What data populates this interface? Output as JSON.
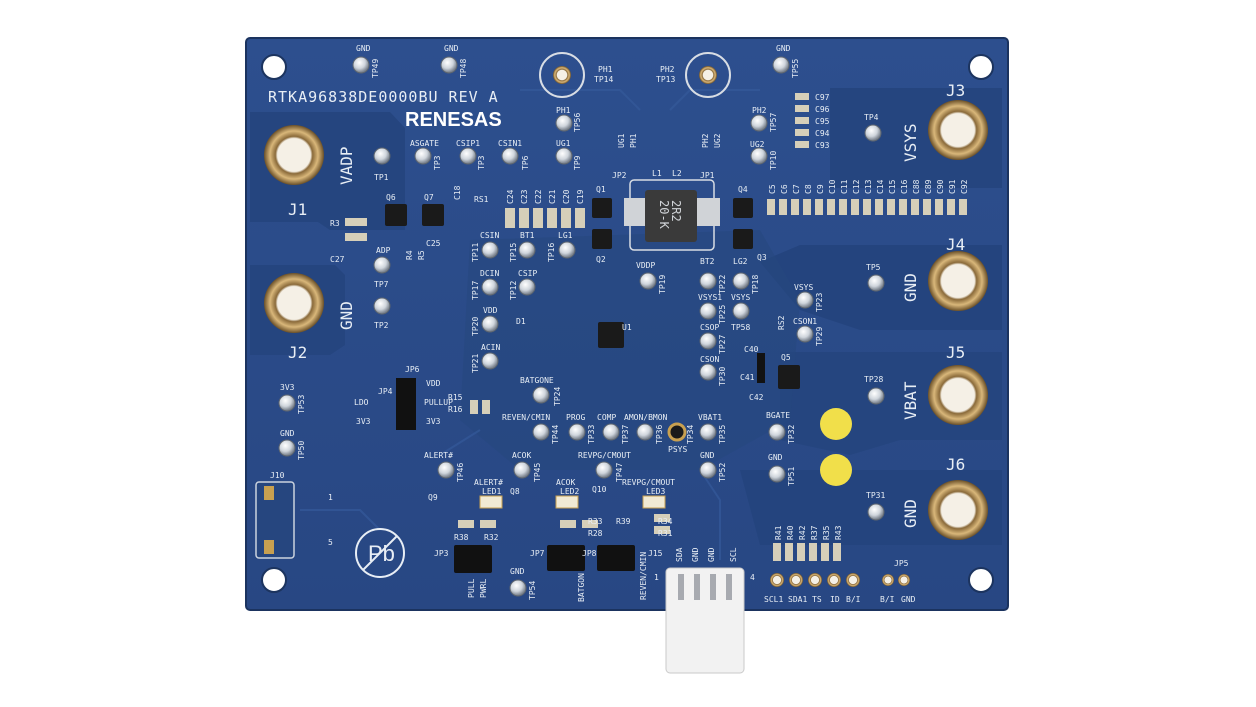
{
  "board": {
    "part_number": "RTKA96838DE0000BU  REV A",
    "brand": "RENESAS",
    "colors": {
      "pcb": "#2a4a86",
      "pcb_dark": "#22407a",
      "copper_pour": "#1f3c74",
      "silkscreen": "#e8eef5",
      "gold": "#c8a050",
      "yellow_pad": "#f1df4a",
      "chip": "#1a1a1a"
    }
  },
  "connectors": {
    "J1": "J1",
    "J2": "J2",
    "J3": "J3",
    "J4": "J4",
    "J5": "J5",
    "J6": "J6",
    "J10": "J10",
    "J15": "J15",
    "VADP": "VADP",
    "GND_left": "GND",
    "VSYS": "VSYS",
    "GND_j4": "GND",
    "VBAT": "VBAT",
    "GND_j6": "GND"
  },
  "testpoints": [
    {
      "name": "GND",
      "tp": "TP49"
    },
    {
      "name": "GND",
      "tp": "TP48"
    },
    {
      "name": "GND",
      "tp": "TP55"
    },
    {
      "name": "PH1",
      "tp": "TP14"
    },
    {
      "name": "PH2",
      "tp": "TP13"
    },
    {
      "name": "ASGATE",
      "tp": "TP3"
    },
    {
      "name": "CSIP1",
      "tp": "TP3"
    },
    {
      "name": "CSIN1",
      "tp": "TP6"
    },
    {
      "name": "UG1",
      "tp": "TP9"
    },
    {
      "name": "PH1",
      "tp": "TP56"
    },
    {
      "name": "PH2",
      "tp": "TP57"
    },
    {
      "name": "UG2",
      "tp": "TP10"
    },
    {
      "name": "TP4",
      "tp": ""
    },
    {
      "name": "TP5",
      "tp": ""
    },
    {
      "name": "TP28",
      "tp": ""
    },
    {
      "name": "TP31",
      "tp": ""
    },
    {
      "name": "TP1",
      "tp": ""
    },
    {
      "name": "ADP",
      "tp": "TP7"
    },
    {
      "name": "TP2",
      "tp": ""
    },
    {
      "name": "CSIN",
      "tp": "TP11"
    },
    {
      "name": "BT1",
      "tp": "TP15"
    },
    {
      "name": "LG1",
      "tp": "TP16"
    },
    {
      "name": "DCIN",
      "tp": "TP17"
    },
    {
      "name": "CSIP",
      "tp": "TP12"
    },
    {
      "name": "VDD",
      "tp": "TP20"
    },
    {
      "name": "ACIN",
      "tp": "TP21"
    },
    {
      "name": "VDDP",
      "tp": "TP19"
    },
    {
      "name": "BT2",
      "tp": "TP22"
    },
    {
      "name": "LG2",
      "tp": "TP18"
    },
    {
      "name": "VSYS1",
      "tp": "TP25"
    },
    {
      "name": "VSYS",
      "tp": "TP58"
    },
    {
      "name": "VSYS",
      "tp": "TP23"
    },
    {
      "name": "CSOP",
      "tp": "TP27"
    },
    {
      "name": "CSON",
      "tp": "TP30"
    },
    {
      "name": "CSON1",
      "tp": "TP29"
    },
    {
      "name": "BATGONE",
      "tp": "TP24"
    },
    {
      "name": "REVEN/CMIN",
      "tp": "TP44"
    },
    {
      "name": "PROG",
      "tp": "TP33"
    },
    {
      "name": "COMP",
      "tp": "TP37"
    },
    {
      "name": "AMON/BMON",
      "tp": "TP36"
    },
    {
      "name": "PSYS",
      "tp": "TP34"
    },
    {
      "name": "VBAT1",
      "tp": "TP35"
    },
    {
      "name": "BGATE",
      "tp": "TP32"
    },
    {
      "name": "GND",
      "tp": "TP51"
    },
    {
      "name": "3V3",
      "tp": "TP53"
    },
    {
      "name": "GND",
      "tp": "TP50"
    },
    {
      "name": "ALERT#",
      "tp": "TP46"
    },
    {
      "name": "ACOK",
      "tp": "TP45"
    },
    {
      "name": "REVPG/CMOUT",
      "tp": "TP47"
    },
    {
      "name": "GND",
      "tp": "TP52"
    },
    {
      "name": "GND",
      "tp": "TP54"
    }
  ],
  "jumpers": {
    "JP1": "JP1",
    "JP2": "JP2",
    "JP3": "JP3",
    "JP4": "JP4",
    "JP5": "JP5",
    "JP6": "JP6",
    "JP7": "JP7",
    "JP8": "JP8",
    "ug1": "UG1",
    "ph1": "PH1",
    "ph2": "PH2",
    "ug2": "UG2",
    "vdd": "VDD",
    "pullup": "PULLUP",
    "ldo": "LDO",
    "3v3a": "3V3",
    "3v3b": "3V3",
    "pull": "PULL",
    "pwrl": "PWRL",
    "batgone_short": "BATGON",
    "reven_short": "REVEN/CMIN",
    "bi": "B/I",
    "gnd": "GND"
  },
  "leds": [
    {
      "ref": "LED1",
      "label": "ALERT#",
      "q": "Q9"
    },
    {
      "ref": "LED2",
      "label": "ACOK",
      "q": "Q8"
    },
    {
      "ref": "LED3",
      "label": "REVPG/CMOUT",
      "q": "Q10"
    }
  ],
  "passives": {
    "caps_right": [
      "C5",
      "C6",
      "C7",
      "C8",
      "C9",
      "C10",
      "C11",
      "C12",
      "C13",
      "C14",
      "C15",
      "C16",
      "C88",
      "C89",
      "C90",
      "C91",
      "C92"
    ],
    "caps_top_right": [
      "C97",
      "C96",
      "C95",
      "C94",
      "C93"
    ],
    "caps_input": [
      "C24",
      "C23",
      "C22",
      "C21",
      "C20",
      "C19"
    ],
    "res_bottom_right": [
      "R41",
      "R40",
      "R42",
      "R37",
      "R35",
      "R43"
    ],
    "misc": [
      "Q1",
      "Q2",
      "Q3",
      "Q4",
      "Q5",
      "Q6",
      "Q7",
      "U1",
      "L1",
      "L2",
      "RS1",
      "RS2",
      "R3",
      "C27",
      "C18",
      "C25",
      "R4",
      "R5",
      "D1",
      "R15",
      "R16",
      "C40",
      "C41",
      "C42",
      "R38",
      "R32",
      "R33",
      "R28",
      "R34",
      "R31",
      "R39"
    ]
  },
  "inductor_marking": [
    "2R2",
    "20-K"
  ],
  "i2c_header": {
    "pins": [
      "SDA",
      "GND",
      "GND",
      "SCL"
    ],
    "pin1": "1",
    "pin4": "4"
  },
  "bottom_pads": [
    "SCL1",
    "SDA1",
    "TS",
    "ID",
    "B/I"
  ],
  "j10_pins": {
    "pin1": "1",
    "pin5": "5"
  },
  "pb_free": "Pb"
}
